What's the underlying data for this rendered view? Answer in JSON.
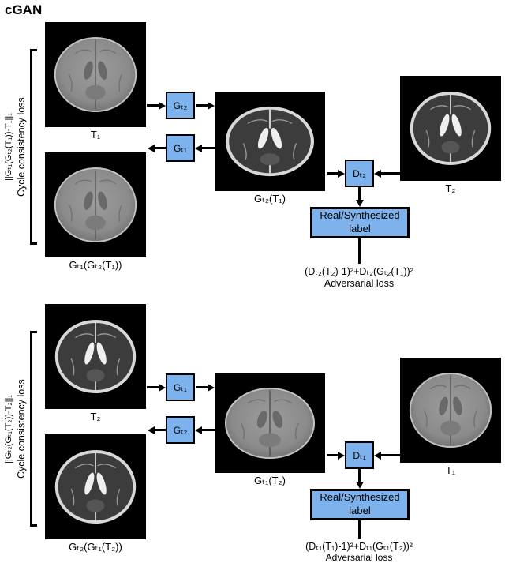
{
  "title": "cGAN",
  "colors": {
    "generator_box": "#7EB2EC",
    "label_box": "#7EB2EC",
    "arrow": "#000000"
  },
  "top": {
    "input_image_label": "T₁",
    "cycle_formula": "||Gₜ₁(Gₜ₂(T₁))-T₁||₁",
    "cycle_loss_label": "Cycle consistency loss",
    "reconstructed_image_label": "Gₜ₁(Gₜ₂(T₁))",
    "generator_forward_label": "Gₜ₂",
    "generator_backward_label": "Gₜ₁",
    "synthesized_image_label": "Gₜ₂(T₁)",
    "discriminator_label": "Dₜ₂",
    "real_image_label": "T₂",
    "disc_output_label": "Real/Synthesized label",
    "adversarial_formula": "(Dₜ₂(T₂)-1)²+Dₜ₂(Gₜ₂(T₁))²",
    "adversarial_loss_label": "Adversarial loss"
  },
  "bottom": {
    "input_image_label": "T₂",
    "cycle_formula": "||Gₜ₂(Gₜ₁(T₂))-T₂||₁",
    "cycle_loss_label": "Cycle consistency loss",
    "reconstructed_image_label": "Gₜ₂(Gₜ₁(T₂))",
    "generator_forward_label": "Gₜ₁",
    "generator_backward_label": "Gₜ₂",
    "synthesized_image_label": "Gₜ₁(T₂)",
    "discriminator_label": "Dₜ₁",
    "real_image_label": "T₁",
    "disc_output_label": "Real/Synthesized label",
    "adversarial_formula": "(Dₜ₁(T₁)-1)²+Dₜ₁(Gₜ₁(T₂))²",
    "adversarial_loss_label": "Adversarial loss"
  }
}
